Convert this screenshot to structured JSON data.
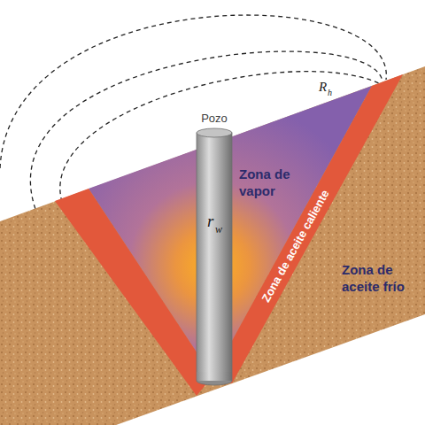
{
  "diagram": {
    "nodes": [
      {
        "text": [
          "Zona de vapor"
        ]
      },
      {
        "text": [
          "Zona de aceite caliente"
        ]
      },
      {
        "text": [
          "Zona de aceite frío"
        ]
      }
    ],
    "labels": [
      "Pozo",
      "r",
      "w",
      "R",
      "h"
    ]
  }
}
